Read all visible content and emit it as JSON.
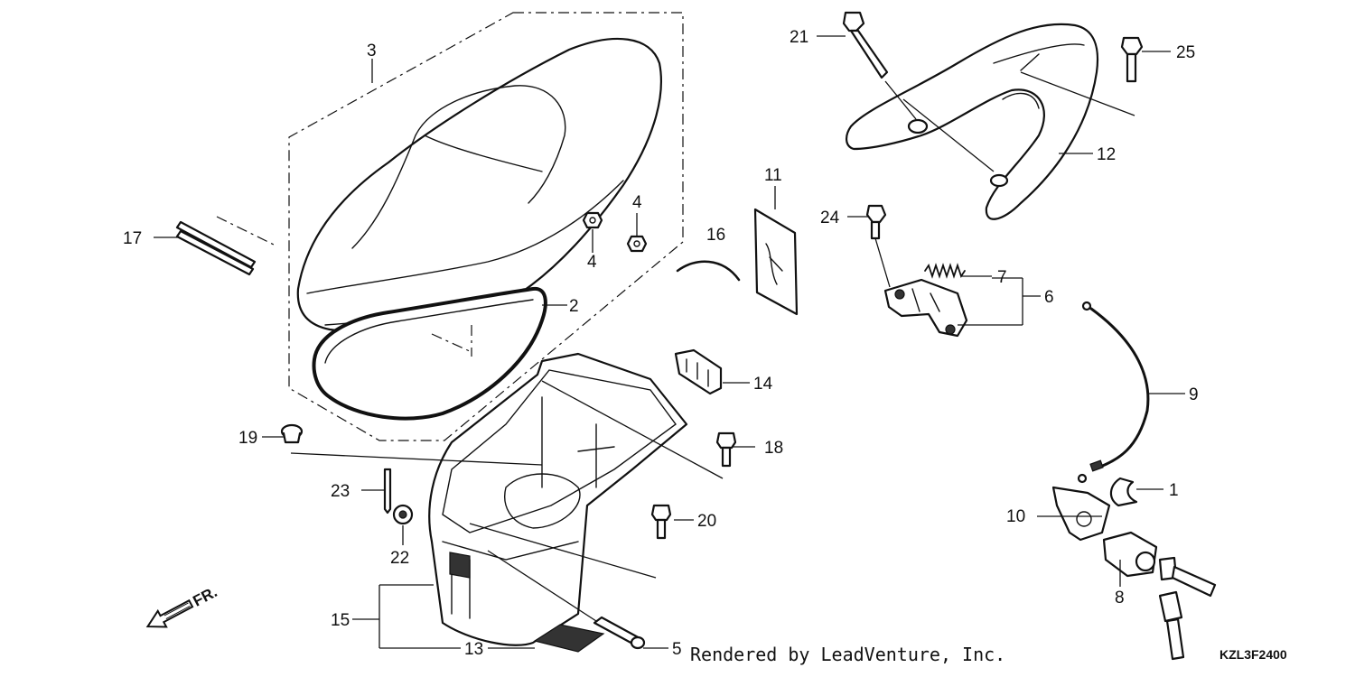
{
  "labels": {
    "n1": "1",
    "n2": "2",
    "n3": "3",
    "n4a": "4",
    "n4b": "4",
    "n5": "5",
    "n6": "6",
    "n7": "7",
    "n8": "8",
    "n9": "9",
    "n10": "10",
    "n11": "11",
    "n12": "12",
    "n13": "13",
    "n14": "14",
    "n15": "15",
    "n16": "16",
    "n17": "17",
    "n18": "18",
    "n19": "19",
    "n20": "20",
    "n21": "21",
    "n22": "22",
    "n23": "23",
    "n24": "24",
    "n25": "25"
  },
  "direction": "FR.",
  "credit": "Rendered by LeadVenture, Inc.",
  "diagram_code": "KZL3F2400"
}
